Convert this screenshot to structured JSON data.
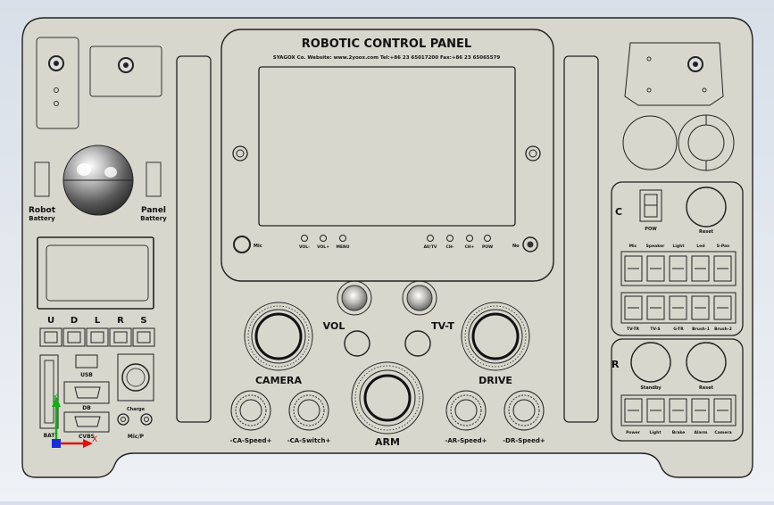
{
  "panel": {
    "title": "ROBOTIC   CONTROL   PANEL",
    "header_line": "SYAGOX Co.      Website: www.2yoox.com      Tel:+86 23 65017200      Fax:+86 23 65065579"
  },
  "left": {
    "robot_battery": [
      "Robot",
      "Battery"
    ],
    "panel_battery": [
      "Panel",
      "Battery"
    ],
    "udlrs_keys": [
      "U",
      "D",
      "L",
      "R",
      "S"
    ],
    "usb_label": "USB",
    "db_label": "DB",
    "bottom_label": "BAT",
    "video_label": "CVBS",
    "charge_label": "Charge",
    "jack_label": "Mic/P"
  },
  "screen": {
    "mic_label": "Mic",
    "left_leds": [
      "VOL-",
      "VOL+",
      "MENU"
    ],
    "right_leds": [
      "AV/TV",
      "CH-",
      "CH+",
      "POW"
    ],
    "right_button_label": "No"
  },
  "center": {
    "vol_label": "VOL",
    "tvt_label": "TV-T",
    "camera_label": "CAMERA",
    "drive_label": "DRIVE",
    "arm_label": "ARM",
    "knob_labels": [
      "-CA-Speed+",
      "-CA-Switch+",
      "-AR-Speed+",
      "-DR-Speed+"
    ]
  },
  "right": {
    "c_label": "C",
    "r_label": "R",
    "pow_label": "POW",
    "reset_label": "Reset",
    "c_row1": [
      "Mic",
      "Speaker",
      "Light",
      "Led",
      "S-Pan"
    ],
    "c_row2": [
      "TV-TR",
      "TV-S",
      "G-TR",
      "Brush-1",
      "Brush-2"
    ],
    "r_standby": "Standby",
    "r_reset": "Reset",
    "r_row": [
      "Power",
      "Light",
      "Brake",
      "Alarm",
      "Camera"
    ]
  },
  "axes": {
    "x": "X",
    "y": "Y"
  },
  "colors": {
    "panel": "#d7d7cd",
    "outline": "#222222",
    "axis_x": "#e01010",
    "axis_y": "#12b012",
    "axis_origin": "#1a2bd8"
  }
}
